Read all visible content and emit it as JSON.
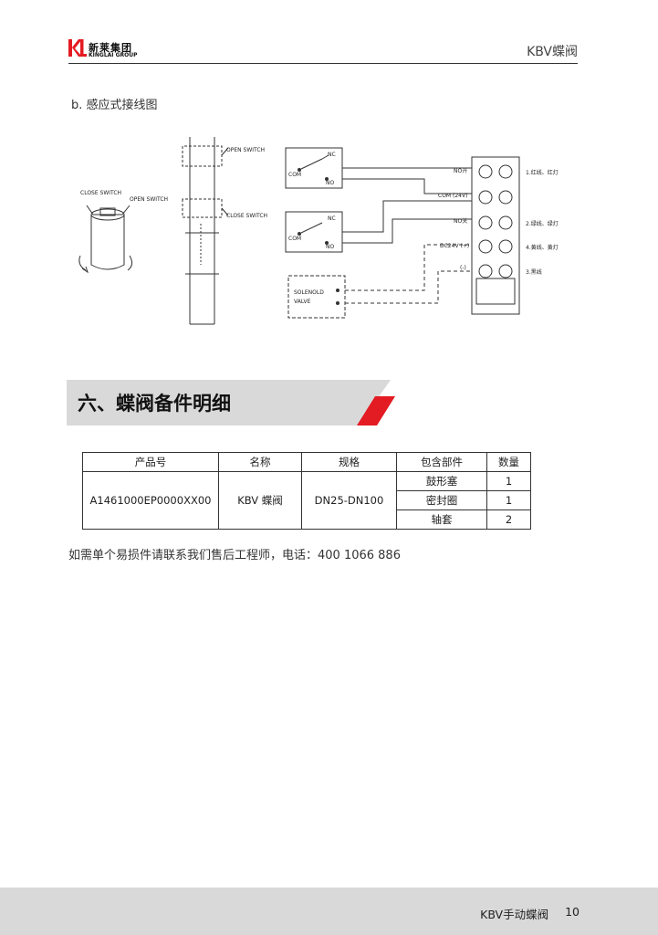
{
  "header": {
    "logo_cn": "新莱集团",
    "logo_en": "KINGLAI GROUP",
    "title": "KBV蝶阀"
  },
  "section_b": {
    "heading": "b. 感应式接线图"
  },
  "diagram": {
    "close_switch_small": "CLOSE SWITCH",
    "open_switch_small": "OPEN SWITCH",
    "open_switch": "OPEN SWITCH",
    "close_switch": "CLOSE SWITCH",
    "nc": "NC",
    "no": "NO",
    "com": "COM",
    "terminal_no_open": "NO开",
    "terminal_com": "COM (24V)",
    "terminal_no_close": "NO关",
    "terminal_dc": "DC24V (+)",
    "terminal_minus": "(-)",
    "solenoid_line1": "SOLENOLD",
    "solenoid_line2": "VALVE",
    "wire1": "1.红线、红灯",
    "wire2": "2.绿线、绿灯",
    "wire4": "4.黄线、黄灯",
    "wire3": "3.黑线"
  },
  "banner": {
    "title": "六、蝶阀备件明细",
    "colors": {
      "bar": "#d9d9d9",
      "accent": "#e31b23"
    }
  },
  "parts_table": {
    "headers": [
      "产品号",
      "名称",
      "规格",
      "包含部件",
      "数量"
    ],
    "product_no": "A1461000EP0000XX00",
    "name": "KBV 蝶阀",
    "spec": "DN25-DN100",
    "components": [
      {
        "part": "鼓形塞",
        "qty": "1"
      },
      {
        "part": "密封圈",
        "qty": "1"
      },
      {
        "part": "轴套",
        "qty": "2"
      }
    ]
  },
  "contact": {
    "text": "如需单个易损件请联系我们售后工程师，电话：400 1066 886"
  },
  "footer": {
    "label": "KBV手动蝶阀",
    "page": "10"
  }
}
